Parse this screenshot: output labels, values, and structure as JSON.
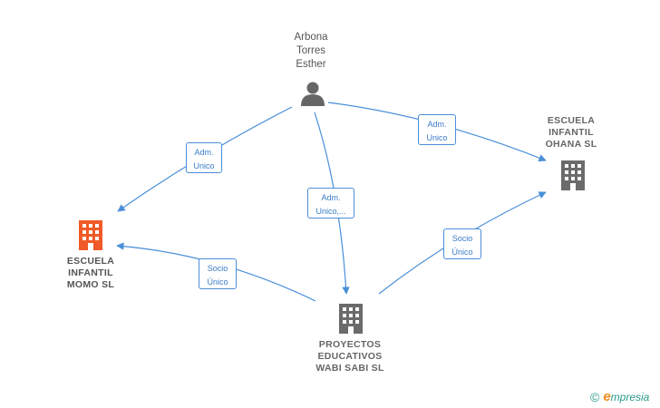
{
  "nodes": {
    "person": {
      "label": "Arbona\nTorres\nEsther",
      "icon": "person-icon",
      "color": "#666666"
    },
    "momo": {
      "label": "ESCUELA\nINFANTIL\nMOMO  SL",
      "icon": "building-icon",
      "color": "#f05a28"
    },
    "ohana": {
      "label": "ESCUELA\nINFANTIL\nOHANA  SL",
      "icon": "building-icon",
      "color": "#6b6b6b"
    },
    "wabi": {
      "label": "PROYECTOS\nEDUCATIVOS\nWABI SABI  SL",
      "icon": "building-icon",
      "color": "#6b6b6b"
    }
  },
  "edges": {
    "person_momo": "Adm.\nUnico",
    "person_ohana": "Adm.\nUnico",
    "person_wabi": "Adm.\nUnico,...",
    "wabi_momo": "Socio\nÚnico",
    "wabi_ohana": "Socio\nÚnico"
  },
  "colors": {
    "edge": "#4a8fd8",
    "focus": "#f05a28",
    "neutral": "#6b6b6b"
  },
  "brand": {
    "copyright": "©",
    "name": "mpresia",
    "initial": "e"
  }
}
